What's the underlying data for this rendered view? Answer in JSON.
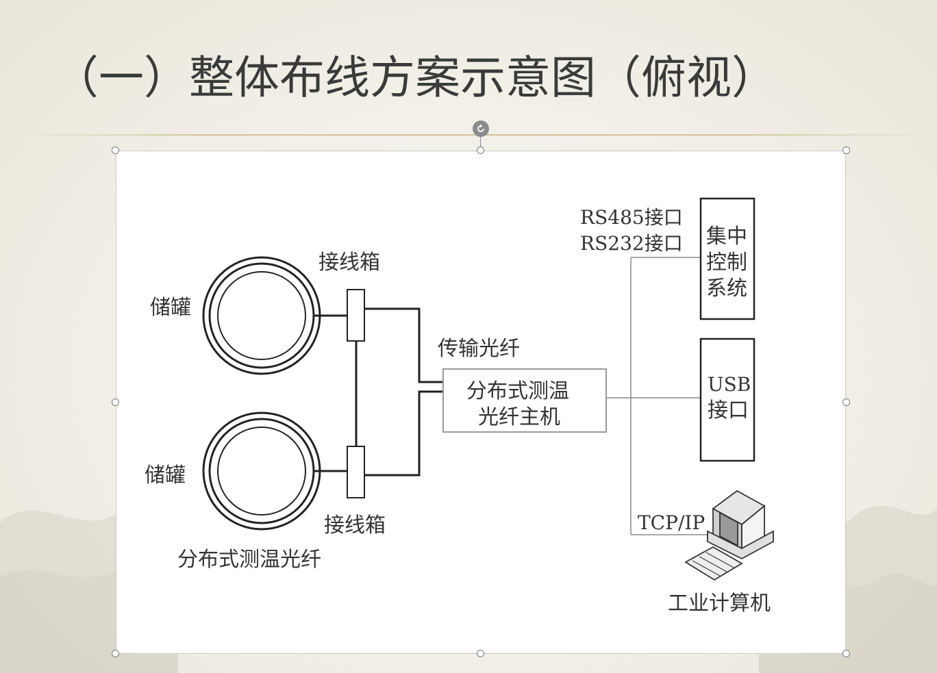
{
  "slide": {
    "title": "（一）整体布线方案示意图（俯视）"
  },
  "diagram": {
    "tank_top_label": "储罐",
    "tank_bottom_label": "储罐",
    "junction_top_label": "接线箱",
    "junction_bottom_label": "接线箱",
    "sensing_fiber_label": "分布式测温光纤",
    "transmission_fiber_label": "传输光纤",
    "host_line1": "分布式测温",
    "host_line2": "光纤主机",
    "rs485_label": "RS485接口",
    "rs232_label": "RS232接口",
    "central_line1": "集中",
    "central_line2": "控制",
    "central_line3": "系统",
    "usb_line1": "USB",
    "usb_line2": "接口",
    "tcpip_label": "TCP/IP",
    "computer_label": "工业计算机"
  },
  "colors": {
    "title": "#3a3a3a",
    "line": "#222222",
    "thin_line": "#888888"
  },
  "icons": {
    "rotate": "rotate-icon",
    "computer": "computer-icon"
  }
}
